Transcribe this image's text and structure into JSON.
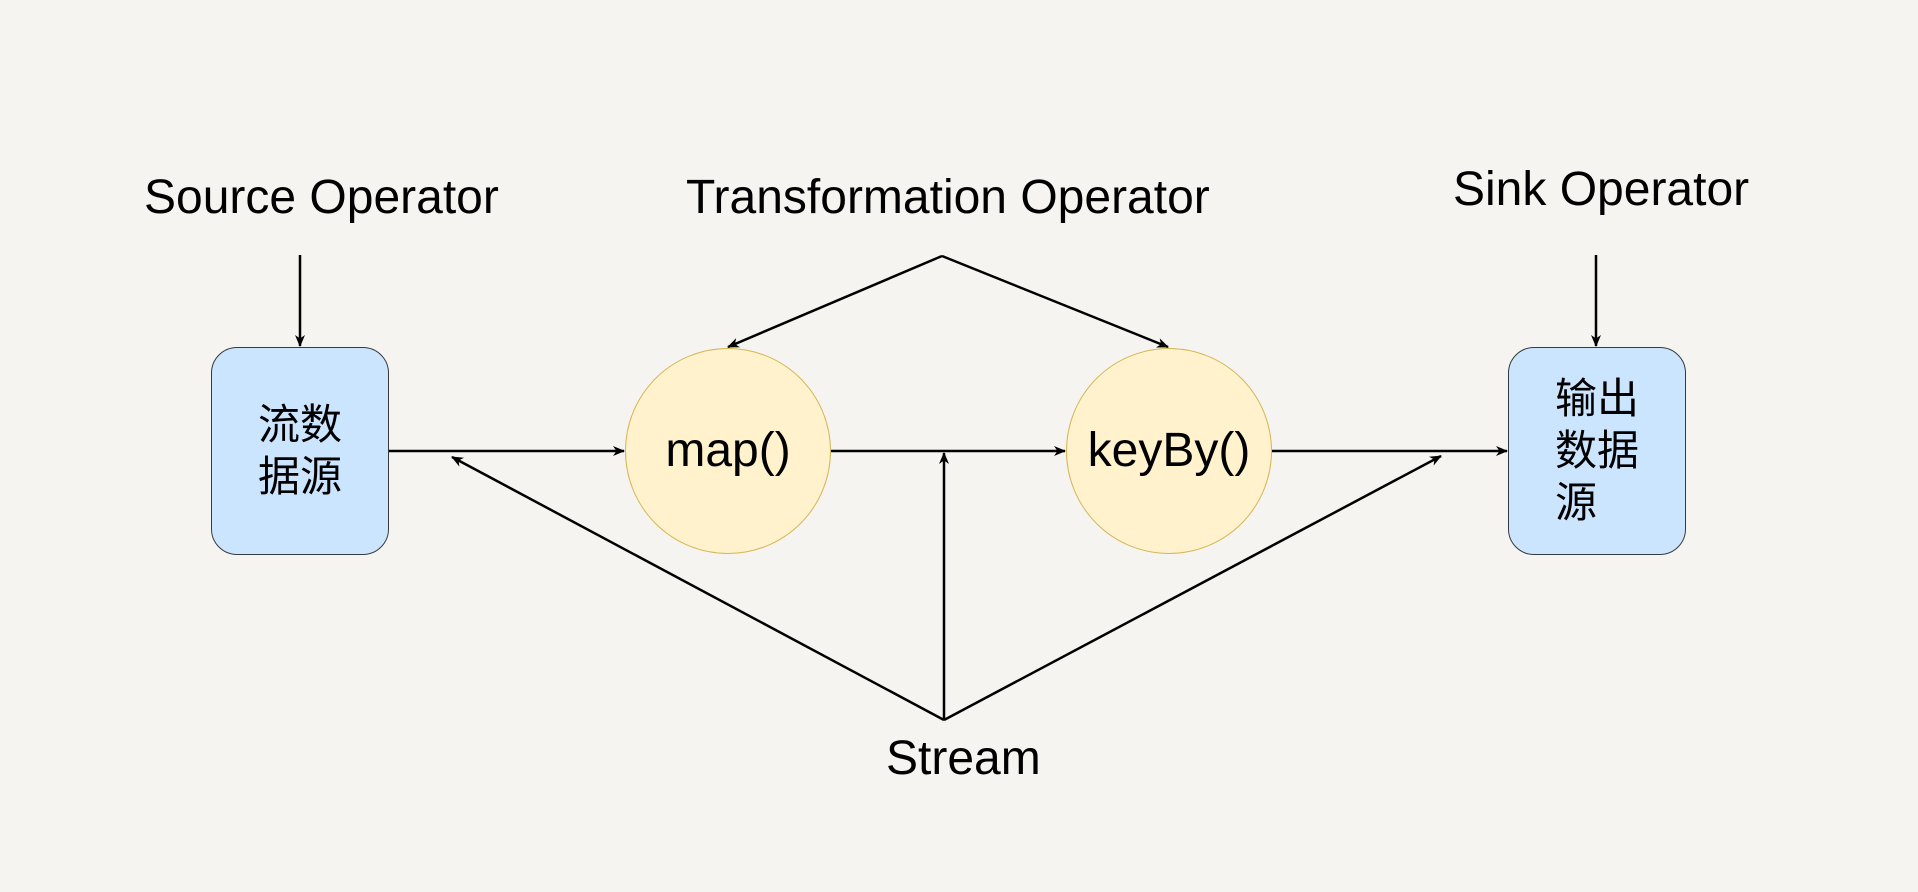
{
  "labels": {
    "source_operator": "Source Operator",
    "transformation_operator": "Transformation Operator",
    "sink_operator": "Sink Operator",
    "stream": "Stream"
  },
  "nodes": {
    "source": "流数\n据源",
    "map": "map()",
    "keyby": "keyBy()",
    "sink": "输出\n数据\n源"
  },
  "colors": {
    "background": "#f5f4f0",
    "box_fill": "#cce5ff",
    "box_stroke": "#36393d",
    "circle_fill": "#fff2cc",
    "circle_stroke": "#d6b656",
    "arrow": "#000000"
  },
  "edges": [
    {
      "from": "Source Operator",
      "to": "流数据源"
    },
    {
      "from": "Transformation Operator",
      "to": "map()"
    },
    {
      "from": "Transformation Operator",
      "to": "keyBy()"
    },
    {
      "from": "Sink Operator",
      "to": "输出数据源"
    },
    {
      "from": "流数据源",
      "to": "map()"
    },
    {
      "from": "map()",
      "to": "keyBy()"
    },
    {
      "from": "keyBy()",
      "to": "输出数据源"
    },
    {
      "from": "Stream",
      "to": "流数据源 → map()"
    },
    {
      "from": "Stream",
      "to": "map() → keyBy()"
    },
    {
      "from": "Stream",
      "to": "keyBy() → 输出数据源"
    }
  ]
}
